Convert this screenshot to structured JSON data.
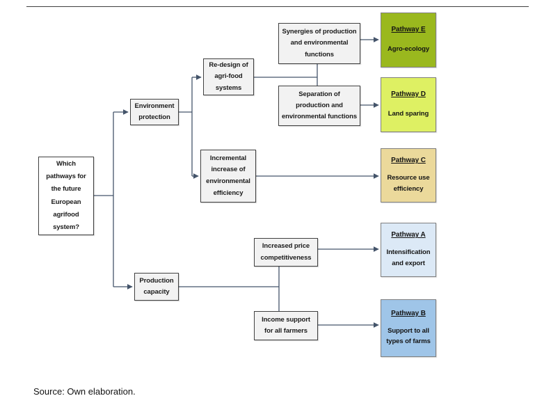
{
  "figure": {
    "source_note": "Source: Own elaboration."
  },
  "colors": {
    "node_fill": "#f2f2f2",
    "node_border": "#404040",
    "connector": "#44546a",
    "pathway_border": "#7f7f7f"
  },
  "nodes": {
    "question": {
      "text": "Which\npathways for\nthe future\nEuropean\nagrifood\nsystem?"
    },
    "environment": {
      "text": "Environment\nprotection"
    },
    "production": {
      "text": "Production\ncapacity"
    },
    "redesign": {
      "text": "Re-design of\nagri-food\nsystems"
    },
    "incremental": {
      "text": "Incremental\nincrease of\nenvironmental\nefficiency"
    },
    "synergies": {
      "text": "Synergies of production\nand environmental\nfunctions"
    },
    "separation": {
      "text": "Separation of\nproduction and\nenvironmental functions"
    },
    "price": {
      "text": "Increased price\ncompetitiveness"
    },
    "income": {
      "text": "Income support\nfor all farmers"
    }
  },
  "pathways": {
    "e": {
      "title": "Pathway E",
      "subtitle": "Agro-ecology",
      "color": "#9ab81e"
    },
    "d": {
      "title": "Pathway D",
      "subtitle": "Land sparing",
      "color": "#def063"
    },
    "c": {
      "title": "Pathway C",
      "subtitle": "Resource use\nefficiency",
      "color": "#ebd99b"
    },
    "a": {
      "title": "Pathway A",
      "subtitle": "Intensification\nand export",
      "color": "#dce9f6"
    },
    "b": {
      "title": "Pathway B",
      "subtitle": "Support to all\ntypes of farms",
      "color": "#9fc5e8"
    }
  }
}
